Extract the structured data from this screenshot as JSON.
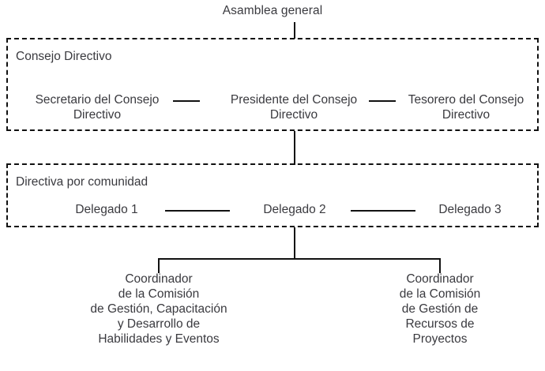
{
  "diagram": {
    "type": "org-chart",
    "title": "Asamblea general",
    "levels": [
      {
        "id": "asamblea",
        "label": "Asamblea general"
      },
      {
        "id": "consejo-directivo",
        "group_label": "Consejo Directivo",
        "nodes": [
          {
            "id": "secretario",
            "label": "Secretario del Consejo Directivo"
          },
          {
            "id": "presidente",
            "label": "Presidente del Consejo Directivo"
          },
          {
            "id": "tesorero",
            "label": "Tesorero del Consejo Directivo"
          }
        ]
      },
      {
        "id": "directiva-comunidad",
        "group_label": "Directiva por comunidad",
        "nodes": [
          {
            "id": "delegado-1",
            "label": "Delegado 1"
          },
          {
            "id": "delegado-2",
            "label": "Delegado 2"
          },
          {
            "id": "delegado-3",
            "label": "Delegado 3"
          }
        ]
      },
      {
        "id": "coordinadores",
        "nodes": [
          {
            "id": "coordinador-gestion-capacitacion",
            "lines": [
              "Coordinador",
              "de la Comisión",
              "de Gestión, Capacitación",
              "y Desarrollo de",
              "Habilidades y Eventos"
            ]
          },
          {
            "id": "coordinador-gestion-recursos",
            "lines": [
              "Coordinador",
              "de la Comisión",
              "de Gestión de",
              "Recursos de",
              "Proyectos"
            ]
          }
        ]
      }
    ]
  },
  "consejo": {
    "group_label": "Consejo Directivo",
    "secretario_l1": "Secretario del Consejo",
    "secretario_l2": "Directivo",
    "presidente_l1": "Presidente del Consejo",
    "presidente_l2": "Directivo",
    "tesorero_l1": "Tesorero del Consejo",
    "tesorero_l2": "Directivo"
  },
  "directiva": {
    "group_label": "Directiva por comunidad",
    "delegado_1": "Delegado 1",
    "delegado_2": "Delegado 2",
    "delegado_3": "Delegado 3"
  },
  "coordinador_izq": {
    "line_1": "Coordinador",
    "line_2": "de la Comisión",
    "line_3": "de Gestión, Capacitación",
    "line_4": "y Desarrollo de",
    "line_5": "Habilidades y Eventos"
  },
  "coordinador_der": {
    "line_1": "Coordinador",
    "line_2": "de la Comisión",
    "line_3": "de Gestión de",
    "line_4": "Recursos de",
    "line_5": "Proyectos"
  },
  "colors": {
    "text": "#3a3a3f",
    "line": "#111111",
    "background": "#ffffff"
  }
}
